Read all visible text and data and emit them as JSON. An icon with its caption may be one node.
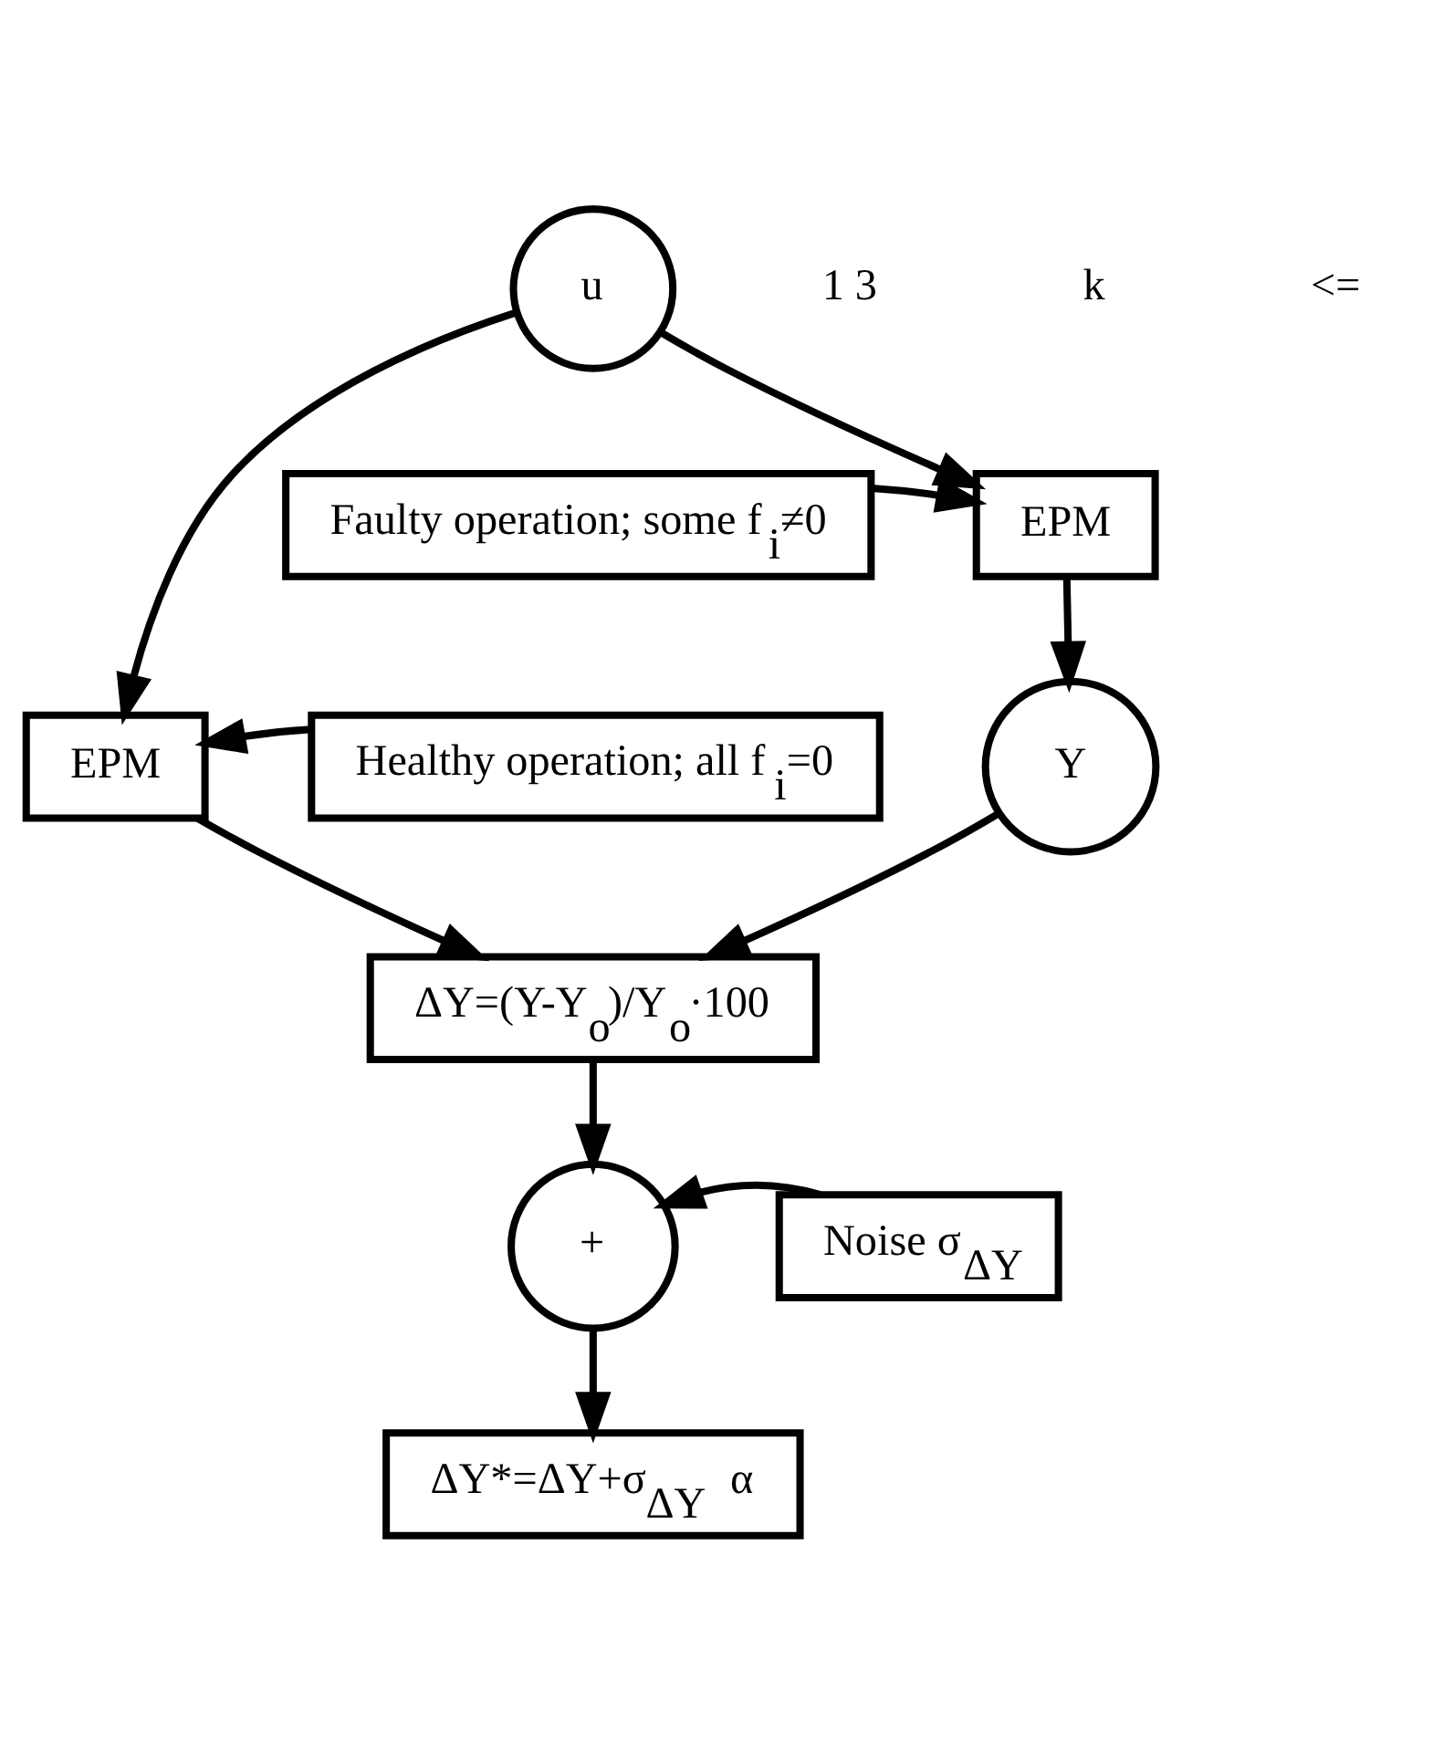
{
  "diagram": {
    "nodes": [
      {
        "text": [
          "u"
        ]
      },
      {
        "text": [
          "Faulty operation; some f$_{i}$≠0"
        ]
      },
      {
        "text": [
          "EPM"
        ]
      },
      {
        "text": [
          "EPM"
        ]
      },
      {
        "text": [
          "Healthy operation; all f$_{i}$=0"
        ]
      },
      {
        "text": [
          "Y"
        ]
      },
      {
        "text": [
          "ΔY=(Y-Y$_{o}$)/Y$_{o}$·100"
        ]
      },
      {
        "text": [
          "+"
        ]
      },
      {
        "text": [
          "Noise σ$_{ΔY}$"
        ]
      },
      {
        "text": [
          "ΔY*=ΔY+σ$_{ΔY}$ α"
        ]
      }
    ],
    "edges": [
      {
        "from": 0,
        "to": 2,
        "arrow": "to"
      },
      {
        "from": 0,
        "to": 3,
        "arrow": "to"
      },
      {
        "from": 1,
        "to": 2,
        "arrow": "to"
      },
      {
        "from": 4,
        "to": 3,
        "arrow": "to"
      },
      {
        "from": 2,
        "to": 5,
        "arrow": "to"
      },
      {
        "from": 5,
        "to": 6,
        "arrow": "to"
      },
      {
        "from": 3,
        "to": 6,
        "arrow": "to"
      },
      {
        "from": 6,
        "to": 7,
        "arrow": "to"
      },
      {
        "from": 8,
        "to": 7,
        "arrow": "to"
      },
      {
        "from": 7,
        "to": 9,
        "arrow": "to"
      }
    ],
    "labels": [
      "1 3",
      "k",
      "<="
    ]
  }
}
